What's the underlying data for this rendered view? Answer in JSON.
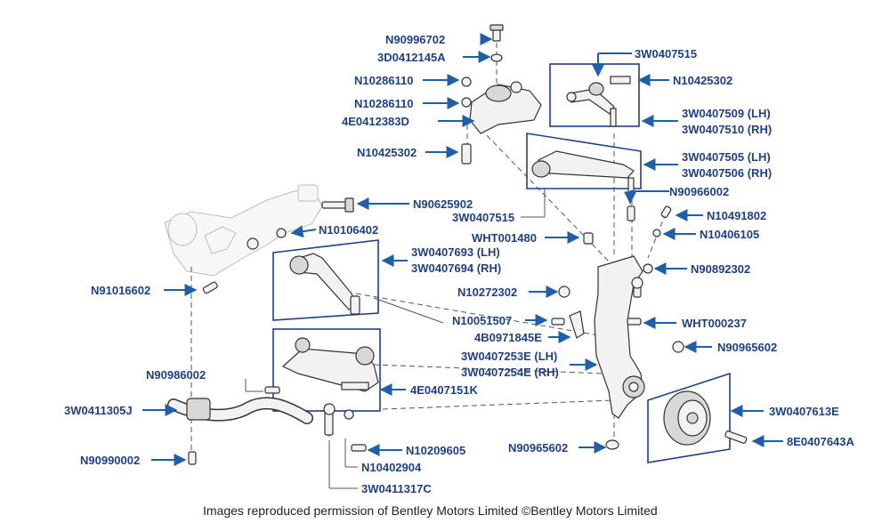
{
  "labels": {
    "n90996702": "N90996702",
    "d3d0412145a": "3D0412145A",
    "n10286110_a": "N10286110",
    "n10286110_b": "N10286110",
    "e4e0412383d": "4E0412383D",
    "n10425302_l": "N10425302",
    "w3w0407515_t": "3W0407515",
    "n10425302_r": "N10425302",
    "w3w0407509": "3W0407509 (LH)",
    "w3w0407510": "3W0407510 (RH)",
    "w3w0407505": "3W0407505 (LH)",
    "w3w0407506": "3W0407506 (RH)",
    "n90966002": "N90966002",
    "n90625902": "N90625902",
    "w3w0407515_b": "3W0407515",
    "n10491802": "N10491802",
    "n10106402": "N10106402",
    "wht001480": "WHT001480",
    "n10406105": "N10406105",
    "w3w0407693": "3W0407693 (LH)",
    "w3w0407694": "3W0407694 (RH)",
    "n90892302": "N90892302",
    "n91016602": "N91016602",
    "n10272302": "N10272302",
    "n10051507": "N10051507",
    "wht000237": "WHT000237",
    "b4b0971845e": "4B0971845E",
    "n90965602_r": "N90965602",
    "w3w0407253e": "3W0407253E (LH)",
    "w3w0407254e": "3W0407254E (RH)",
    "n90986002": "N90986002",
    "e4e0407151k": "4E0407151K",
    "w3w0411305j": "3W0411305J",
    "w3w0407613e": "3W0407613E",
    "n10209605": "N10209605",
    "n90990002": "N90990002",
    "n10402904": "N10402904",
    "n90965602_b": "N90965602",
    "e8e0407643a": "8E0407643A",
    "w3w0411317c": "3W0411317C"
  },
  "credit": "Images reproduced permission of Bentley Motors Limited ©Bentley Motors Limited",
  "colors": {
    "label": "#1f3f86",
    "arrow": "#1f5fa8",
    "box": "#1f3f86"
  }
}
